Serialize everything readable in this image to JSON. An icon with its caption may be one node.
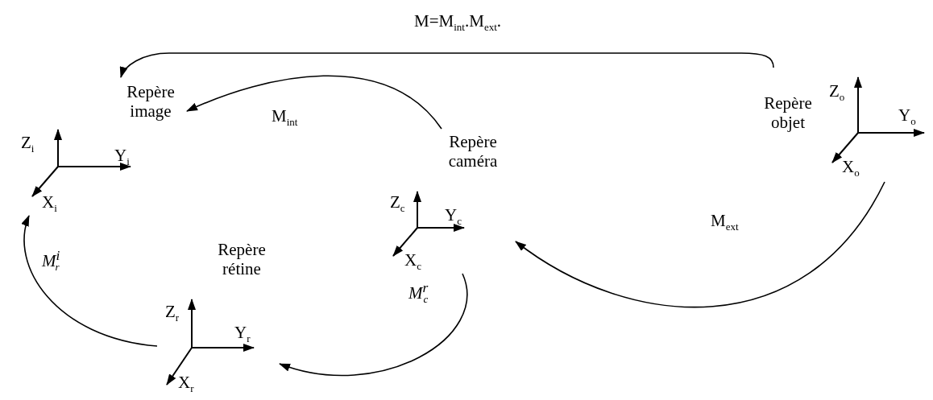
{
  "diagram": {
    "nodes": [
      {
        "text": [
          "Repère image",
          "Z$_{i}$",
          "Y$_{i}$",
          "X$_{i}$"
        ]
      },
      {
        "text": [
          "Repère caméra",
          "Z$_{c}$",
          "Y$_{c}$",
          "X$_{c}$"
        ]
      },
      {
        "text": [
          "Repère objet",
          "Z$_{o}$",
          "Y$_{o}$",
          "X$_{o}$"
        ]
      },
      {
        "text": [
          "Repère rétine",
          "Z$_{r}$",
          "Y$_{r}$",
          "X$_{r}$"
        ]
      }
    ],
    "edges": [
      {
        "from": 2,
        "to": 0,
        "arrow": "to",
        "label": "M=M$_{int}$.M$_{ext}$."
      },
      {
        "from": 1,
        "to": 0,
        "arrow": "to",
        "label": "M$_{int}$"
      },
      {
        "from": 2,
        "to": 1,
        "arrow": "to",
        "label": "M$_{ext}$"
      },
      {
        "from": 1,
        "to": 3,
        "arrow": "to",
        "label": "M$^{r}$$_{c}$"
      },
      {
        "from": 3,
        "to": 0,
        "arrow": "to",
        "label": "M$^{i}$$_{r}$"
      }
    ]
  }
}
